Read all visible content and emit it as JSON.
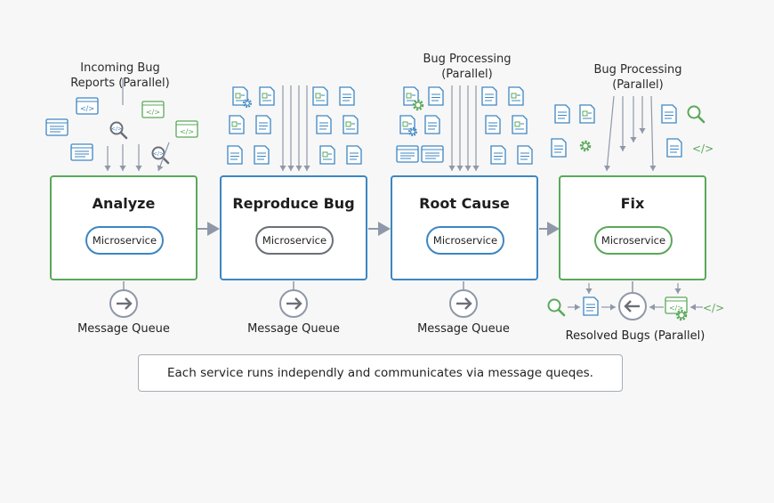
{
  "colors": {
    "green": "#5aa85a",
    "blue": "#3d86c2",
    "gray": "#6b6f78",
    "arrow": "#8f98a8"
  },
  "stages": [
    {
      "title": "Analyze",
      "pill": "Microservice",
      "border": "#5aa85a",
      "pill_border": "#3d86c2"
    },
    {
      "title": "Reproduce Bug",
      "pill": "Microservice",
      "border": "#3d86c2",
      "pill_border": "#6b6f78"
    },
    {
      "title": "Root Cause",
      "pill": "Microservice",
      "border": "#3d86c2",
      "pill_border": "#3d86c2"
    },
    {
      "title": "Fix",
      "pill": "Microservice",
      "border": "#5aa85a",
      "pill_border": "#5aa85a"
    }
  ],
  "top_labels": {
    "incoming": [
      "Incoming Bug",
      "Reports (Parallel)"
    ],
    "processing_1": [
      "Bug Processing",
      "(Parallel)"
    ],
    "processing_2": [
      "Bug Processing",
      "(Parallel)"
    ]
  },
  "queue_label": "Message Queue",
  "resolved_label": "Resolved Bugs (Parallel)",
  "footnote": "Each service runs independly and communicates via message queqes.",
  "icons": [
    "code-window-icon",
    "magnifier-icon",
    "document-icon",
    "gear-icon",
    "arrow-right-circle-icon",
    "arrow-left-circle-icon"
  ]
}
